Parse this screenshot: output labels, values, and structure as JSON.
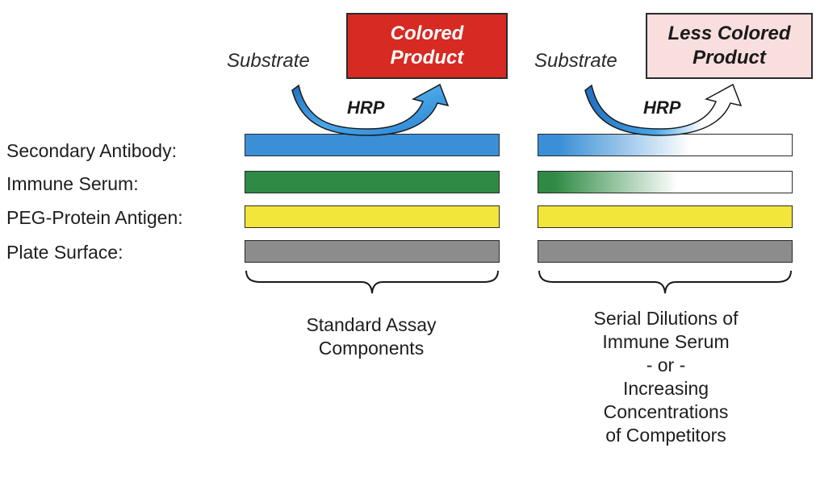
{
  "layers": {
    "labels": [
      "Secondary Antibody:",
      "Immune Serum:",
      "PEG-Protein Antigen:",
      "Plate Surface:"
    ],
    "colors": {
      "secondary_antibody": "#3a8fd6",
      "immune_serum": "#2e8a44",
      "peg_protein_antigen": "#f2e63a",
      "plate_surface": "#8c8c8c"
    }
  },
  "left_panel": {
    "substrate_label": "Substrate",
    "enzyme_label": "HRP",
    "product_line1": "Colored",
    "product_line2": "Product",
    "product_color": "#d62a22",
    "caption_line1": "Standard Assay",
    "caption_line2": "Components"
  },
  "right_panel": {
    "substrate_label": "Substrate",
    "enzyme_label": "HRP",
    "product_line1": "Less Colored",
    "product_line2": "Product",
    "product_color": "#f9dede",
    "caption_lines": [
      "Serial Dilutions of",
      "Immune Serum",
      "- or -",
      "Increasing",
      "Concentrations",
      "of Competitors"
    ]
  }
}
